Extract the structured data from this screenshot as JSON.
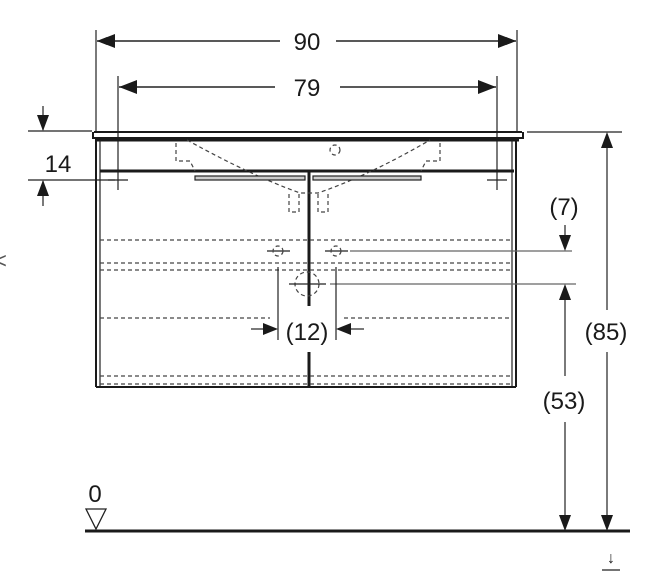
{
  "dimensions": {
    "overall_width": "90",
    "hole_spacing": "79",
    "top_offset": "14",
    "drain_offset": "(7)",
    "valve_spacing": "(12)",
    "drain_height": "(53)",
    "total_height": "(85)",
    "floor_level": "0"
  },
  "marks": {
    "arrow_glyph": "↓",
    "left_glyph": "<"
  }
}
